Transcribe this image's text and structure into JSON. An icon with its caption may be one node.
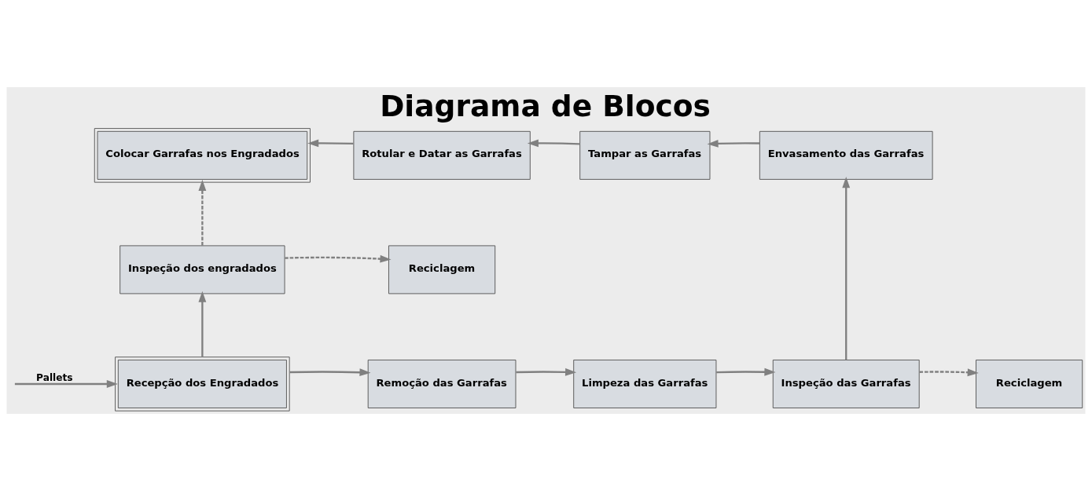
{
  "diagram": {
    "title": "Diagrama de Blocos",
    "nodes": [
      {
        "text": [
          "Recepção dos Engradados"
        ]
      },
      {
        "text": [
          "Remoção das Garrafas"
        ]
      },
      {
        "text": [
          "Limpeza das Garrafas"
        ]
      },
      {
        "text": [
          "Inspeção das Garrafas"
        ]
      },
      {
        "text": [
          "Reciclagem"
        ]
      },
      {
        "text": [
          "Inspeção dos engradados"
        ]
      },
      {
        "text": [
          "Reciclagem"
        ]
      },
      {
        "text": [
          "Colocar Garrafas nos Engradados"
        ]
      },
      {
        "text": [
          "Rotular e Datar as Garrafas"
        ]
      },
      {
        "text": [
          "Tampar as Garrafas"
        ]
      },
      {
        "text": [
          "Envasamento das Garrafas"
        ]
      }
    ],
    "edges": [
      {
        "from": null,
        "to": 0,
        "arrow": "to",
        "label": "Pallets"
      },
      {
        "from": 0,
        "to": 1,
        "arrow": "to"
      },
      {
        "from": 1,
        "to": 2,
        "arrow": "to"
      },
      {
        "from": 2,
        "to": 3,
        "arrow": "to"
      },
      {
        "from": 3,
        "to": 4,
        "arrow": "to",
        "style": "dashed"
      },
      {
        "from": 0,
        "to": 5,
        "arrow": "to"
      },
      {
        "from": 5,
        "to": 6,
        "arrow": "to",
        "style": "dashed"
      },
      {
        "from": 5,
        "to": 7,
        "arrow": "to",
        "style": "dashed"
      },
      {
        "from": 3,
        "to": 10,
        "arrow": "to"
      },
      {
        "from": 10,
        "to": 9,
        "arrow": "to"
      },
      {
        "from": 9,
        "to": 8,
        "arrow": "to"
      },
      {
        "from": 8,
        "to": 7,
        "arrow": "to"
      }
    ]
  }
}
